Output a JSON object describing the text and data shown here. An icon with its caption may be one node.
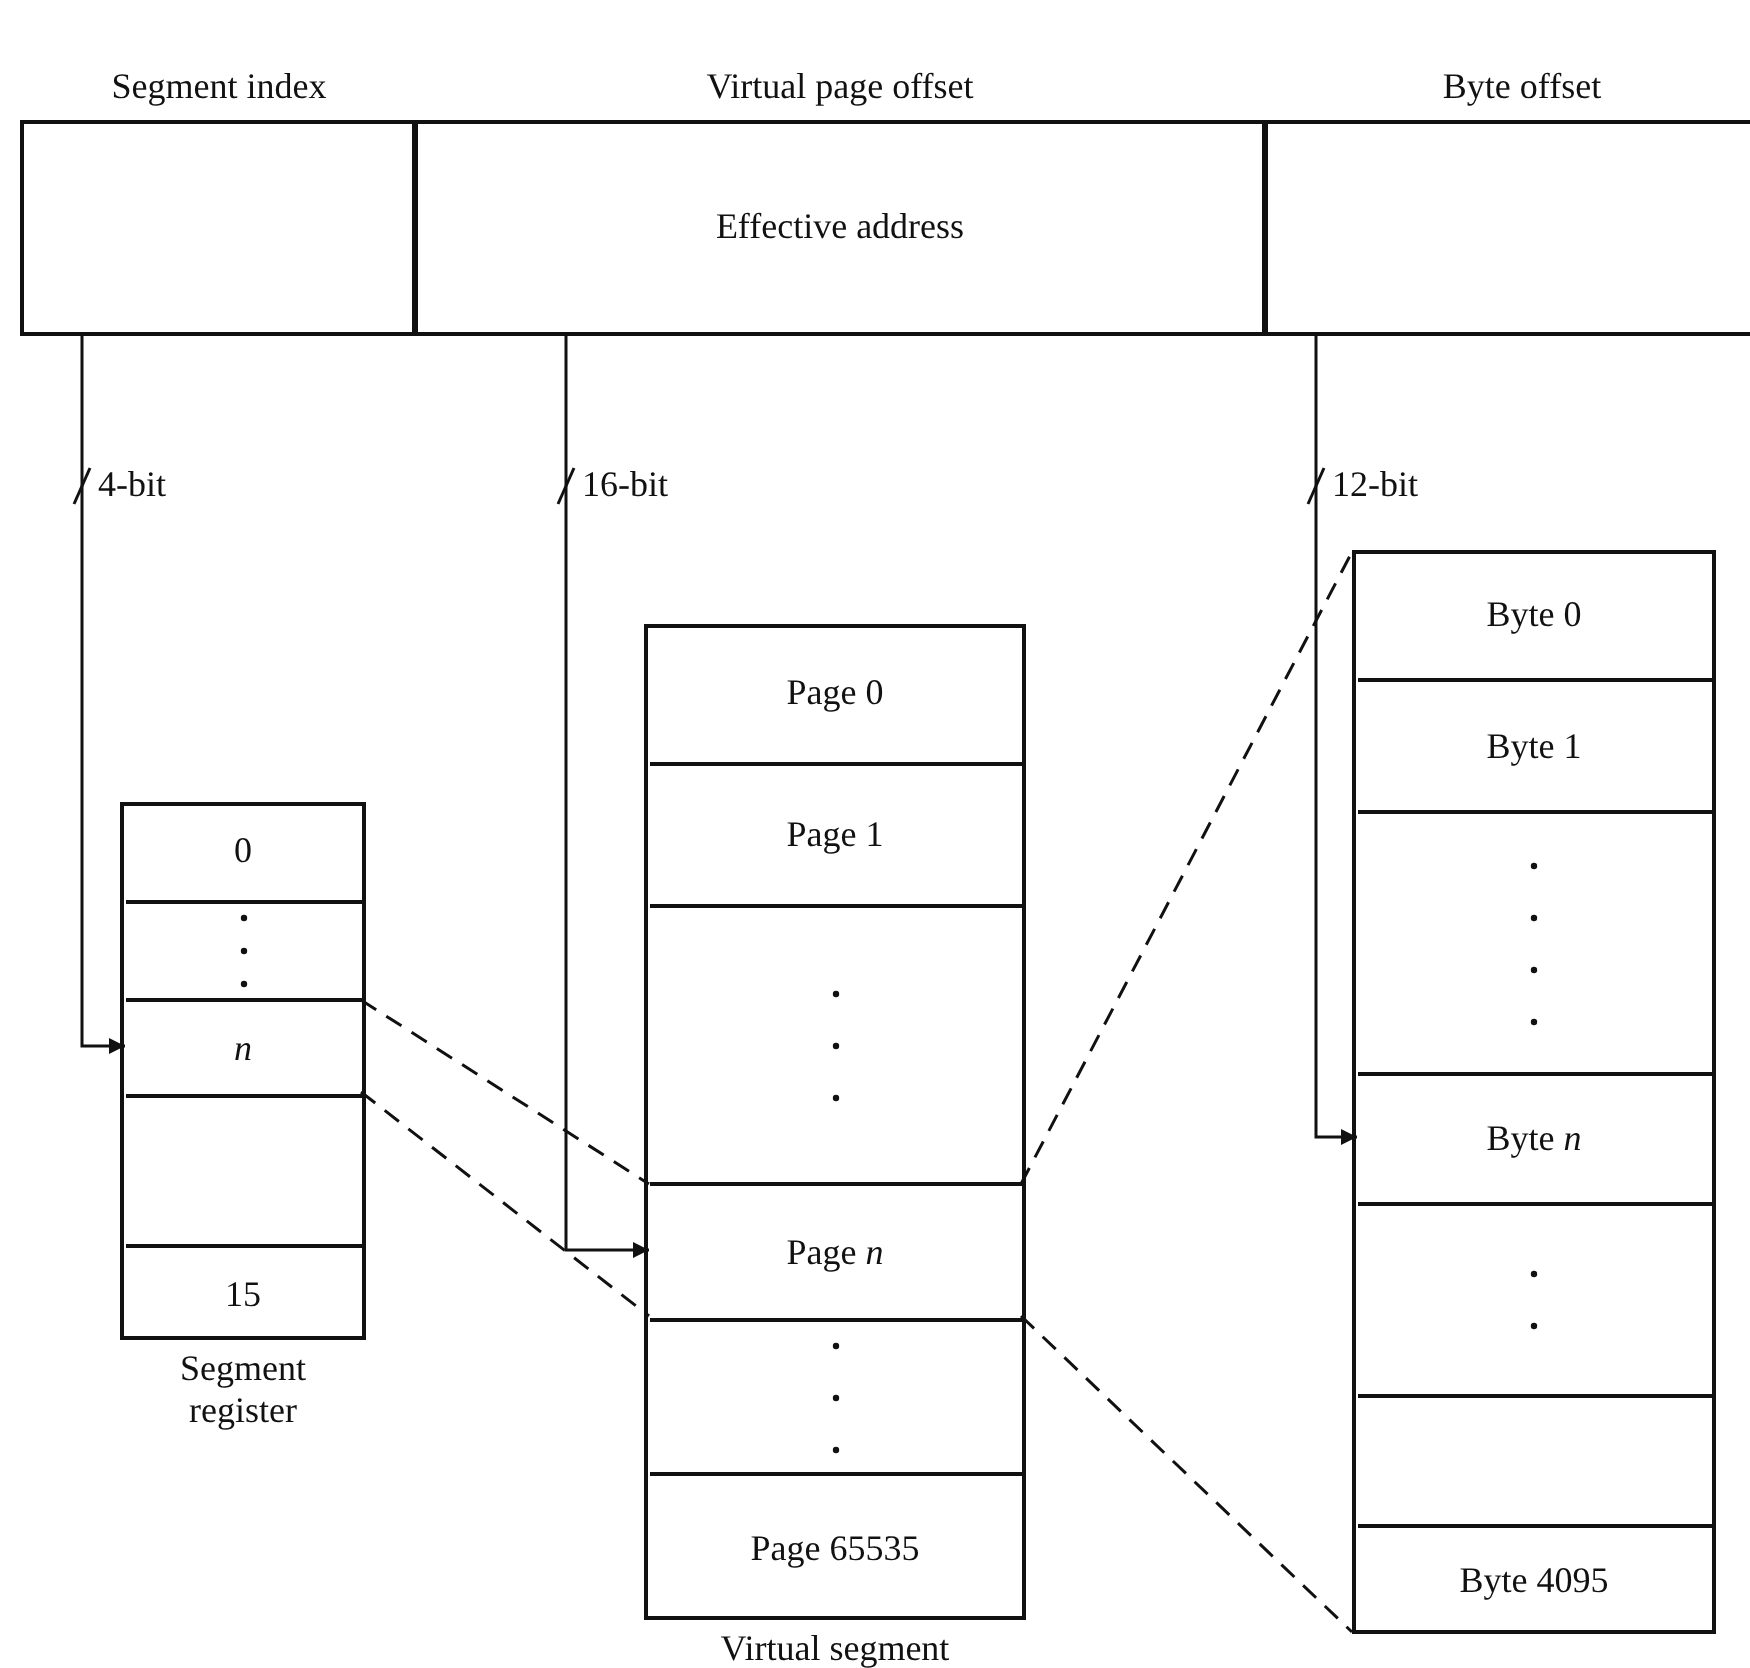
{
  "diagram": {
    "nodes": [
      {
        "text": [
          "Segment index"
        ]
      },
      {
        "text": [
          "Virtual page offset",
          "Effective address"
        ]
      },
      {
        "text": [
          "Byte offset"
        ]
      },
      {
        "text": [
          "Segment register"
        ]
      },
      {
        "text": [
          "0"
        ],
        "in": 3
      },
      {
        "text": [],
        "shape": "box",
        "in": 3
      },
      {
        "text": [
          "*n*"
        ],
        "in": 3
      },
      {
        "text": [],
        "shape": "box",
        "in": 3
      },
      {
        "text": [
          "15"
        ],
        "in": 3
      },
      {
        "text": [
          "Virtual segment"
        ]
      },
      {
        "text": [
          "Page 0"
        ],
        "in": 9
      },
      {
        "text": [
          "Page 1"
        ],
        "in": 9
      },
      {
        "text": [],
        "shape": "box",
        "in": 9
      },
      {
        "text": [
          "Page *n*"
        ],
        "in": 9
      },
      {
        "text": [],
        "shape": "box",
        "in": 9
      },
      {
        "text": [
          "Page 65535"
        ],
        "in": 9
      },
      {
        "text": [],
        "shape": "box"
      },
      {
        "text": [
          "Byte 0"
        ],
        "in": 16
      },
      {
        "text": [
          "Byte 1"
        ],
        "in": 16
      },
      {
        "text": [],
        "shape": "box",
        "in": 16
      },
      {
        "text": [
          "Byte *n*"
        ],
        "in": 16
      },
      {
        "text": [],
        "shape": "box",
        "in": 16
      },
      {
        "text": [],
        "shape": "box",
        "in": 16
      },
      {
        "text": [
          "Byte 4095"
        ],
        "in": 16
      }
    ],
    "edges": [
      {
        "from": 0,
        "to": 6,
        "arrow": "to",
        "label": "4-bit"
      },
      {
        "from": 1,
        "to": 13,
        "arrow": "to",
        "label": "16-bit"
      },
      {
        "from": 2,
        "to": 20,
        "arrow": "to",
        "label": "12-bit"
      },
      {
        "from": 6,
        "to": 13,
        "arrow": "none",
        "style": "dashed"
      },
      {
        "from": 6,
        "to": 13,
        "arrow": "none",
        "style": "dashed"
      },
      {
        "from": 13,
        "to": 16,
        "arrow": "none",
        "style": "dashed"
      },
      {
        "from": 13,
        "to": 16,
        "arrow": "none",
        "style": "dashed"
      }
    ]
  }
}
